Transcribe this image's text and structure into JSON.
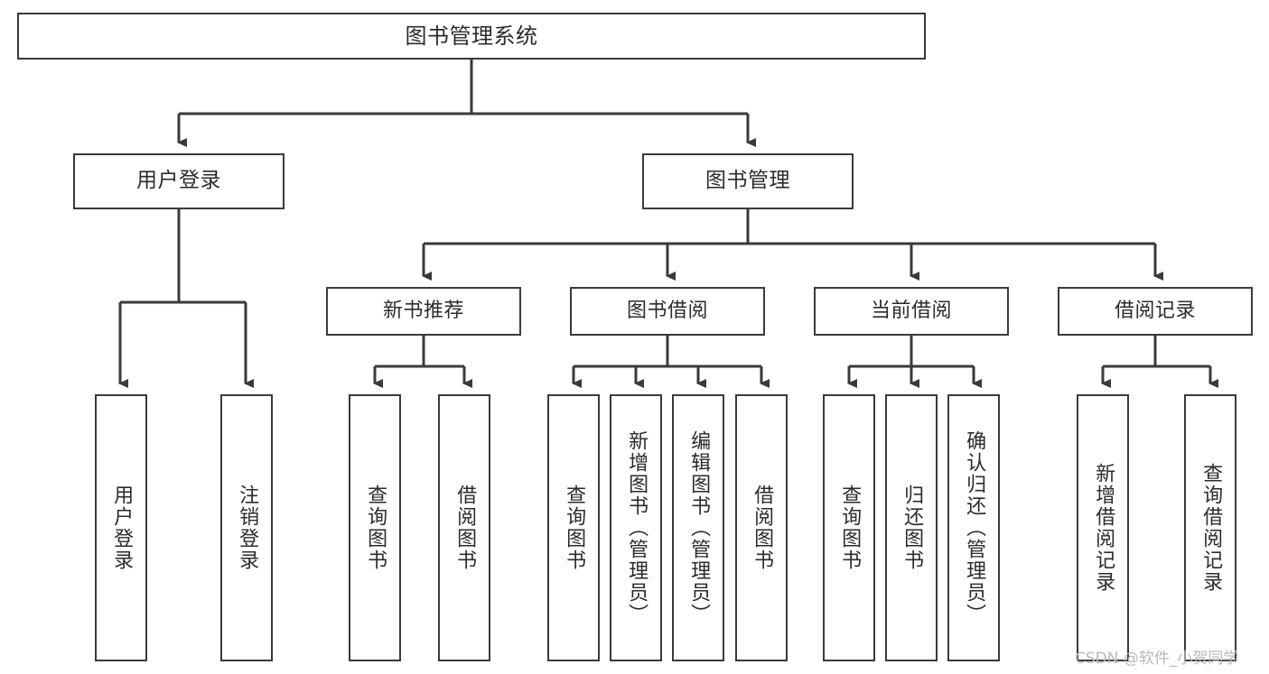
{
  "diagram": {
    "title": "图书管理系统",
    "type": "tree-hierarchy-chart",
    "watermark": "CSDN @软件_小贺同学",
    "colors": {
      "border": "#3a3a3a",
      "edge": "#3a3a3a",
      "background": "#ffffff",
      "text": "#2b2b2b",
      "watermark": "#b9b9b9"
    },
    "nodes": {
      "root": {
        "label": "图书管理系统"
      },
      "level2": [
        {
          "label": "用户登录"
        },
        {
          "label": "图书管理"
        }
      ],
      "level3": [
        {
          "label": "新书推荐"
        },
        {
          "label": "图书借阅"
        },
        {
          "label": "当前借阅"
        },
        {
          "label": "借阅记录"
        }
      ],
      "leaves": {
        "user_login": [
          {
            "label": "用户登录"
          },
          {
            "label": "注销登录"
          }
        ],
        "new_book": [
          {
            "label": "查询图书"
          },
          {
            "label": "借阅图书"
          }
        ],
        "book_borrow": [
          {
            "label": "查询图书"
          },
          {
            "label": "新增图书（管理员）"
          },
          {
            "label": "编辑图书（管理员）"
          },
          {
            "label": "借阅图书"
          }
        ],
        "current_borrow": [
          {
            "label": "查询图书"
          },
          {
            "label": "归还图书"
          },
          {
            "label": "确认归还（管理员）"
          }
        ],
        "borrow_record": [
          {
            "label": "新增借阅记录"
          },
          {
            "label": "查询借阅记录"
          }
        ]
      }
    }
  }
}
